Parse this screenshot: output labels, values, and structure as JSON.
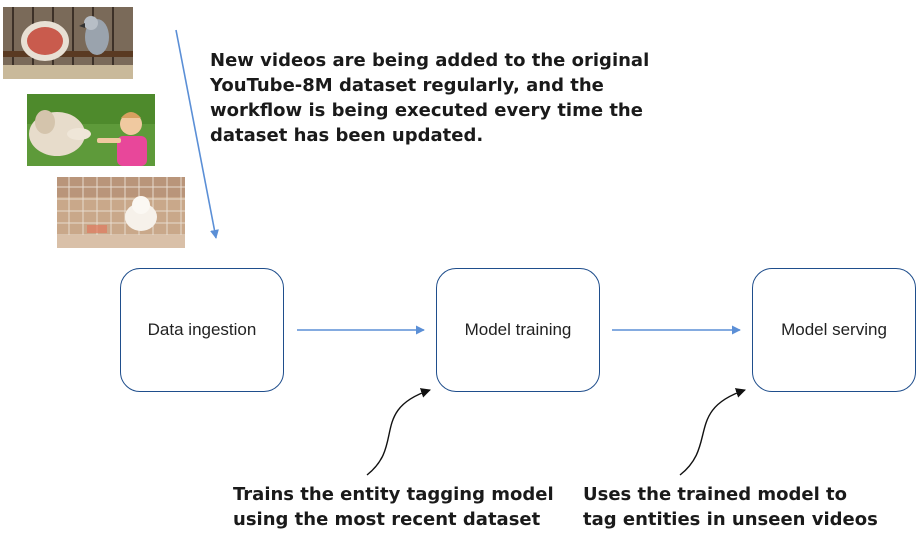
{
  "top_note": {
    "lines": [
      "New videos are being added to the original",
      "YouTube-8M dataset regularly, and the",
      "workflow is being executed every time the",
      "dataset has been updated."
    ]
  },
  "stages": [
    {
      "label": "Data ingestion"
    },
    {
      "label": "Model training"
    },
    {
      "label": "Model serving"
    }
  ],
  "training_note": {
    "lines": [
      "Trains the entity tagging model",
      "using the most recent dataset"
    ]
  },
  "serving_note": {
    "lines": [
      "Uses the trained model to",
      "tag entities in unseen videos"
    ]
  },
  "colors": {
    "accent": "#1f4e8c",
    "connector": "#5b8fd6",
    "text": "#1a1a1a"
  }
}
